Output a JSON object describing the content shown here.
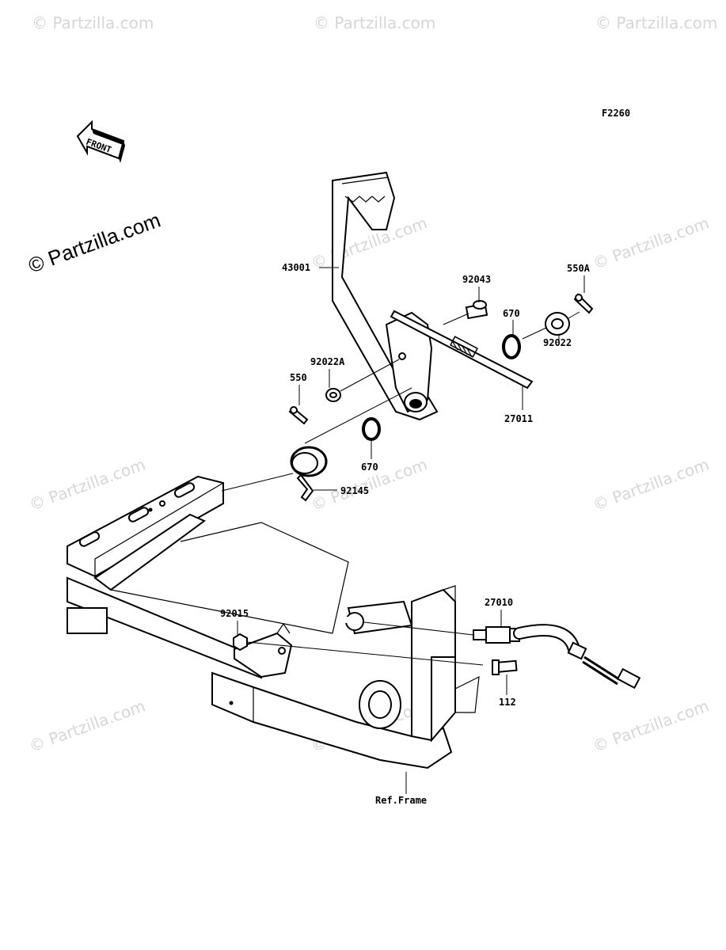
{
  "diagram": {
    "figure_code": "F2260",
    "front_arrow_text": "FRONT",
    "copyright": "© Partzilla.com",
    "watermark": "© Partzilla.com",
    "reference_label": "Ref.Frame",
    "callouts": [
      {
        "id": "43001",
        "text": "43001"
      },
      {
        "id": "92043",
        "text": "92043"
      },
      {
        "id": "550A",
        "text": "550A"
      },
      {
        "id": "670a",
        "text": "670"
      },
      {
        "id": "92022",
        "text": "92022"
      },
      {
        "id": "92022A",
        "text": "92022A"
      },
      {
        "id": "550",
        "text": "550"
      },
      {
        "id": "27011",
        "text": "27011"
      },
      {
        "id": "670b",
        "text": "670"
      },
      {
        "id": "92145",
        "text": "92145"
      },
      {
        "id": "92015",
        "text": "92015"
      },
      {
        "id": "27010",
        "text": "27010"
      },
      {
        "id": "112",
        "text": "112"
      }
    ]
  }
}
